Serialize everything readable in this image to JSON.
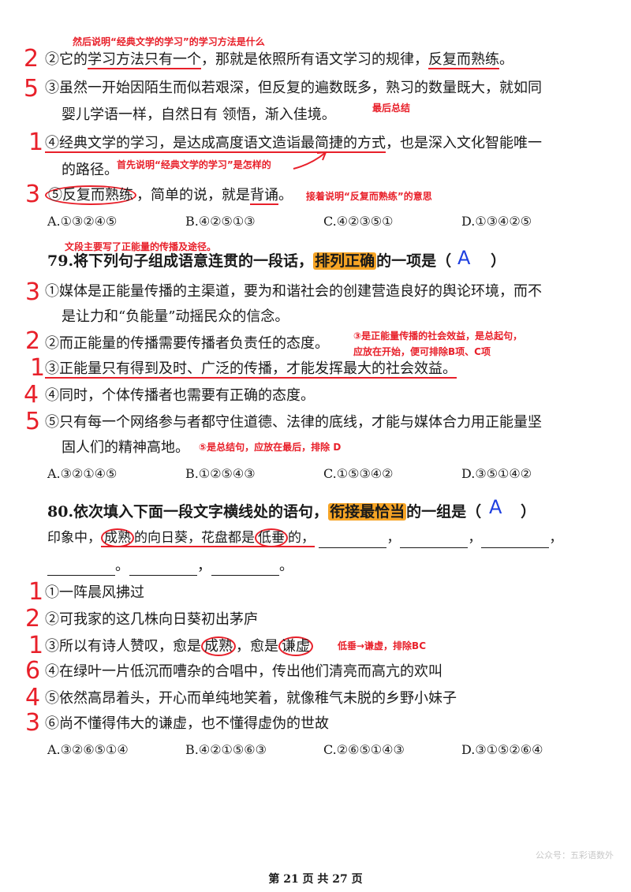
{
  "top_block": {
    "note_top": "然后说明“经典文学的学习”的学习方法是什么",
    "l2_num": "2",
    "l2_pre": "②它的",
    "l2_ul": "学习方法只有一个",
    "l2_mid": "，那就是依照所有语文学习的规律，",
    "l2_ul2": "反复而熟练",
    "l2_end": "。",
    "l3_num": "5",
    "l3a": "③虽然一开始因陌生而似若艰深，但反复的遍数既多，熟习的数量既大，就如同",
    "l3b": "婴儿学语一样，自然日有 领悟，渐入佳境。",
    "note_last": "最后总结",
    "l4_num": "1",
    "l4_ul": "④经典文学的学习，是达成高度语文造诣最简捷的方式",
    "l4_end": "，也是深入文化智能唯一",
    "l4b": "的路径。",
    "note_first": "首先说明“经典文学的学习”是怎样的",
    "l5_num": "3",
    "l5_circ": "⑤反复而熟练",
    "l5_mid": "，简单的说，就是",
    "l5_ul": "背诵",
    "l5_end": "。",
    "note_then": "接着说明“反复而熟练”的意思",
    "options": [
      "A.①③②④⑤",
      "B.④②⑤①③",
      "C.④②③⑤①",
      "D.①③④②⑤"
    ]
  },
  "q79": {
    "note_top": "文段主要写了正能量的传播及途径。",
    "title_pre": "79.将下列句子组成语意连贯的一段话，",
    "title_hl": "排列正确",
    "title_post": "的一项是（",
    "title_close": "）",
    "answer": "A",
    "s1_num": "3",
    "s1a": "①媒体是正能量传播的主渠道，要为和谐社会的创建营造良好的舆论环境，而不",
    "s1b": "是让力和“负能量”动摇民众的信念。",
    "s2_num": "2",
    "s2": "②而正能量的传播需要传播者负责任的态度。",
    "note_s3a": "③是正能量传播的社会效益，是总起句，",
    "note_s3b": "应放在开始，便可排除B项、C项",
    "s3_num": "1",
    "s3": "③正能量只有得到及时、广泛的传播，才能发挥最大的社会效益。",
    "s4_num": "4",
    "s4": "④同时，个体传播者也需要有正确的态度。",
    "s5_num": "5",
    "s5a": "⑤只有每一个网络参与者都守住道德、法律的底线，才能与媒体合力用正能量坚",
    "s5b": "固人们的精神高地。",
    "note_s5": "⑤是总结句，应放在最后，排除 D",
    "options": [
      "A.③②①④⑤",
      "B.①②⑤④③",
      "C.①⑤③④②",
      "D.③⑤①④②"
    ]
  },
  "q80": {
    "title_pre": "80.依次填入下面一段文字横线处的语句，",
    "title_hl": "衔接最恰当",
    "title_post": "的一组是（",
    "title_close": "）",
    "answer": "A",
    "p_pre": "印象中，",
    "p_c1": "成熟",
    "p_mid": "的向日葵，花盘都是",
    "p_c2": "低垂",
    "p_end": "的，",
    "s1_num": "1",
    "s1": "①一阵晨风拂过",
    "s2_num": "2",
    "s2": "②可我家的这几株向日葵初出茅庐",
    "s3_num": "1",
    "s3_pre": "③所以有诗人赞叹，愈是",
    "s3_c1": "成熟",
    "s3_mid": "，愈是",
    "s3_c2": "谦虚",
    "note_s3": "低垂→谦虚，排除BC",
    "s4_num": "6",
    "s4": "④在绿叶一片低沉而嘈杂的合唱中，传出他们清亮而高亢的欢叫",
    "s5_num": "4",
    "s5": "⑤依然高昂着头，开心而单纯地笑着，就像稚气未脱的乡野小妹子",
    "s6_num": "3",
    "s6": "⑥尚不懂得伟大的谦虚，也不懂得虚伪的世故",
    "options": [
      "A.③②⑥⑤①④",
      "B.④②①⑤⑥③",
      "C.②⑥⑤①④③",
      "D.③①⑤②⑥④"
    ]
  },
  "watermark": "公众号：五彩语数外",
  "footer": "第 21 页 共 27 页"
}
